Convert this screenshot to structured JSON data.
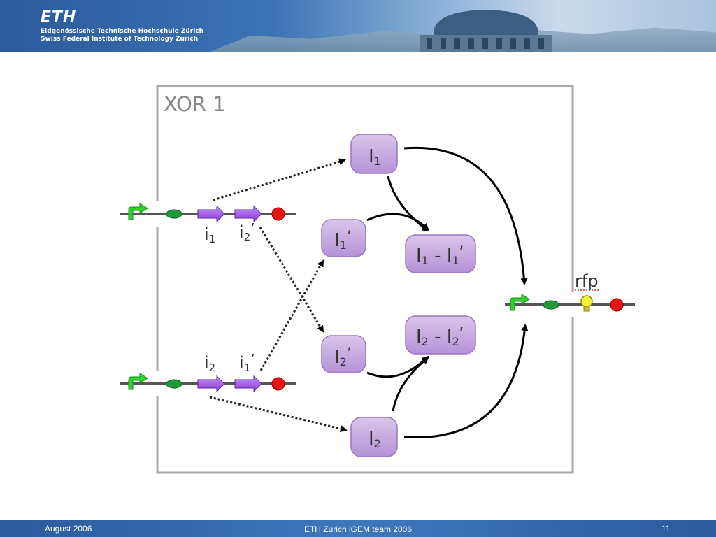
{
  "header": {
    "logo": "ETH",
    "line1": "Eidgenössische Technische Hochschule Zürich",
    "line2": "Swiss Federal Institute of Technology Zurich"
  },
  "diagram": {
    "title": "XOR 1",
    "gene_labels": {
      "top_first": "i",
      "top_first_sub": "1",
      "top_second": "i",
      "top_second_sub": "2",
      "top_second_prime": "’",
      "bottom_first": "i",
      "bottom_first_sub": "2",
      "bottom_second": "i",
      "bottom_second_sub": "1",
      "bottom_second_prime": "’"
    },
    "nodes": {
      "I1": {
        "main": "I",
        "sub": "1",
        "suffix": ""
      },
      "I1p": {
        "main": "I",
        "sub": "1",
        "suffix": "’"
      },
      "I1_I1p": {
        "main": "I",
        "sub": "1",
        "mid": " - I",
        "sub2": "1",
        "suffix": "‘"
      },
      "I2p": {
        "main": "I",
        "sub": "2",
        "suffix": "’"
      },
      "I2_I2p": {
        "main": "I",
        "sub": "2",
        "mid": " - I",
        "sub2": "2",
        "suffix": "‘"
      },
      "I2": {
        "main": "I",
        "sub": "2",
        "suffix": ""
      }
    },
    "reporter_label": "rfp"
  },
  "footer": {
    "date": "August 2006",
    "center": "ETH Zurich iGEM team 2006",
    "page": "11"
  }
}
